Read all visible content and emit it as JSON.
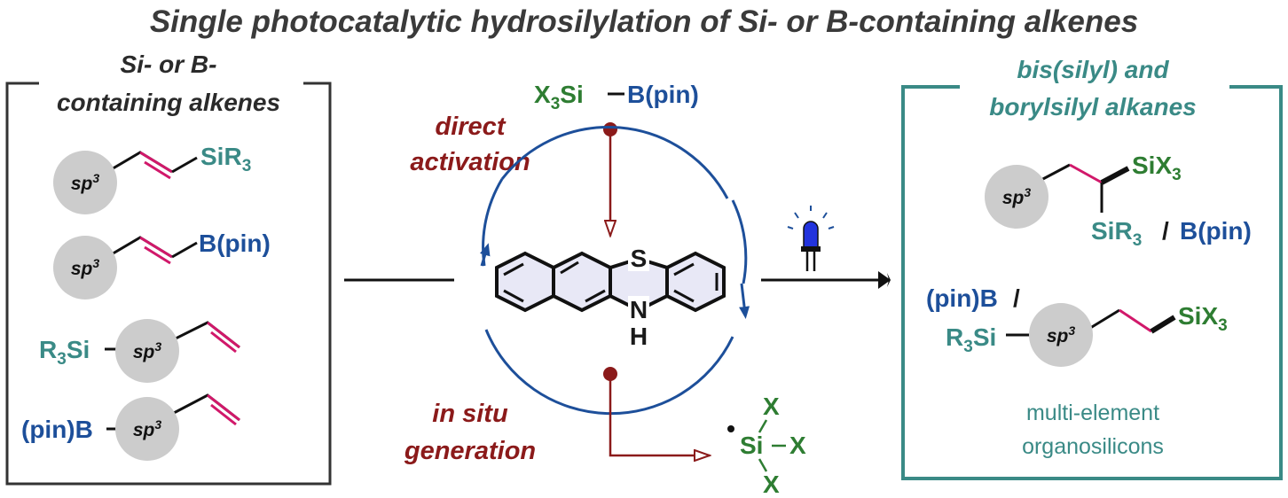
{
  "title": "Single photocatalytic hydrosilylation of Si- or B-containing alkenes",
  "left_box": {
    "header_line1": "Si- or B-",
    "header_line2": "containing alkenes",
    "core_label": "sp",
    "core_sup": "3",
    "silyl_main": "SiR",
    "silyl_sub": "3",
    "boryl": "B(pin)",
    "r3si_prefix_main": "R",
    "r3si_prefix_sub": "3",
    "r3si_prefix_end": "Si",
    "pinb_prefix": "(pin)B"
  },
  "center": {
    "reagent_x": "X",
    "reagent_x_sub": "3",
    "reagent_si": "Si",
    "reagent_bpin": "B(pin)",
    "direct_line1": "direct",
    "direct_line2": "activation",
    "insitu_line1": "in situ",
    "insitu_line2": "generation",
    "catalyst_s": "S",
    "catalyst_n": "N",
    "catalyst_h": "H",
    "radical_si": "Si",
    "radical_x": "X"
  },
  "right_box": {
    "header_line1": "bis(silyl) and",
    "header_line2": "borylsilyl alkanes",
    "sixc_main": "SiX",
    "sixc_sub": "3",
    "sir3_main": "SiR",
    "sir3_sub": "3",
    "slash": "/",
    "bpin": "B(pin)",
    "pinb_prefix": "(pin)B",
    "r3si_main": "R",
    "r3si_sub": "3",
    "r3si_end": "Si",
    "note_line1": "multi-element",
    "note_line2": "organosilicons"
  },
  "colors": {
    "teal": "#3a8a86",
    "blue": "#1d4f9a",
    "green": "#2e7d32",
    "dark_red": "#8b1a1a",
    "alkene": "#d1186a",
    "sphere": "#cccccc"
  },
  "icons": [
    "blue-led-icon"
  ]
}
